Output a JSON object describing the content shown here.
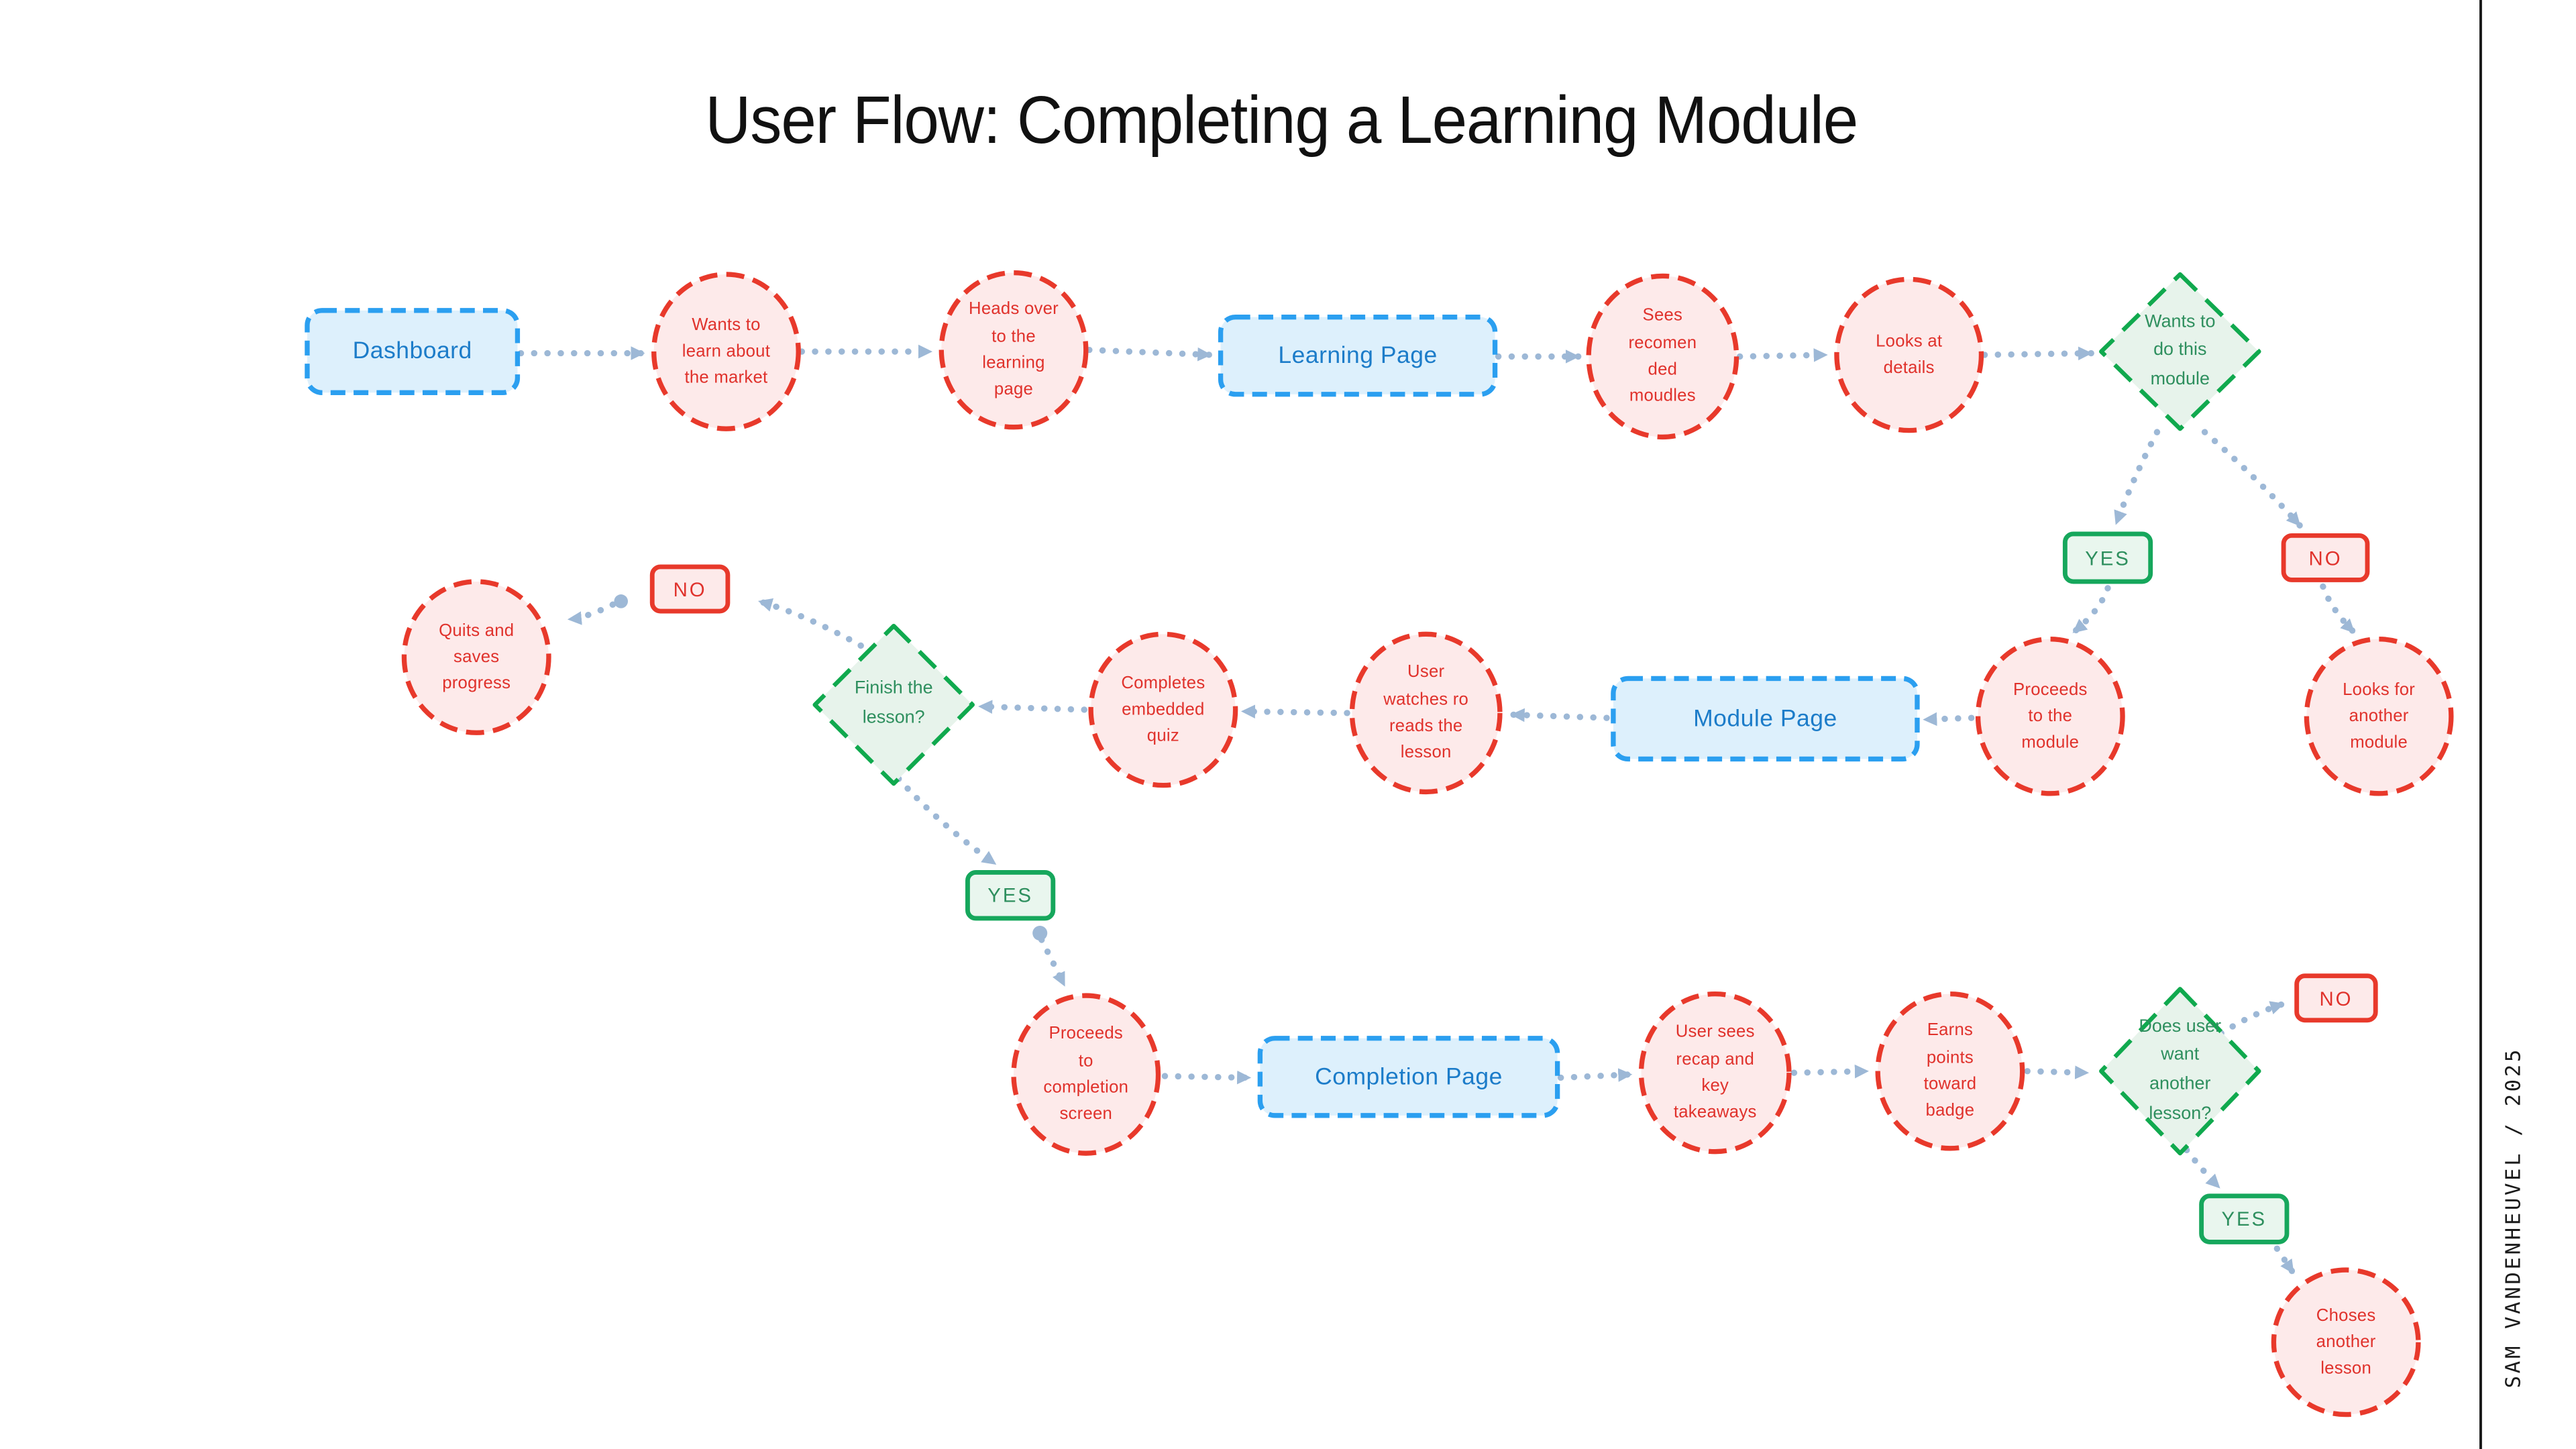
{
  "title": "User Flow: Completing a Learning Module",
  "credit": "SAM VANDENHEUVEL / 2025",
  "colors": {
    "title_text": "#111111",
    "page_border": "#2b9ff0",
    "page_fill": "#ddf0fc",
    "page_text": "#1c7cc9",
    "action_border": "#e8392b",
    "action_fill": "#fdeaea",
    "action_text": "#e0322c",
    "decision_border": "#10a94e",
    "decision_fill": "#e7f3eb",
    "decision_text": "#2e8f5e",
    "yes_border": "#16a75c",
    "yes_fill": "#e9f6ee",
    "yes_text": "#2e8f5e",
    "no_border": "#e8392b",
    "no_fill": "#fdeaea",
    "no_text": "#e0322c",
    "connector": "#9db8d6"
  },
  "nodes": {
    "pages": [
      {
        "id": "dashboard",
        "label": "Dashboard"
      },
      {
        "id": "learning-page",
        "label": "Learning Page"
      },
      {
        "id": "module-page",
        "label": "Module Page"
      },
      {
        "id": "completion-page",
        "label": "Completion Page"
      }
    ],
    "actions": [
      {
        "id": "wants-to-learn",
        "label": "Wants to\nlearn about\nthe market"
      },
      {
        "id": "heads-over",
        "label": "Heads over\nto the\nlearning\npage"
      },
      {
        "id": "sees-recommended",
        "label": "Sees\nrecomen\nded\nmoudles"
      },
      {
        "id": "looks-at-details",
        "label": "Looks at\ndetails"
      },
      {
        "id": "quits-saves",
        "label": "Quits and\nsaves\nprogress"
      },
      {
        "id": "completes-quiz",
        "label": "Completes\nembedded\nquiz"
      },
      {
        "id": "watches-reads",
        "label": "User\nwatches ro\nreads the\nlesson"
      },
      {
        "id": "proceeds-module",
        "label": "Proceeds\nto the\nmodule"
      },
      {
        "id": "looks-another-module",
        "label": "Looks for\nanother\nmodule"
      },
      {
        "id": "proceeds-completion",
        "label": "Proceeds\nto\ncompletion\nscreen"
      },
      {
        "id": "sees-recap",
        "label": "User sees\nrecap and\nkey\ntakeaways"
      },
      {
        "id": "earns-points",
        "label": "Earns\npoints\ntoward\nbadge"
      },
      {
        "id": "choses-another",
        "label": "Choses\nanother\nlesson"
      }
    ],
    "decisions": [
      {
        "id": "wants-this-module",
        "label": "Wants to\ndo this\nmodule"
      },
      {
        "id": "finish-lesson",
        "label": "Finish the\nlesson?"
      },
      {
        "id": "want-another-lesson",
        "label": "Does user\nwant\nanother\nlesson?"
      }
    ],
    "branch_labels": [
      {
        "id": "row1-yes",
        "label": "YES"
      },
      {
        "id": "row1-no",
        "label": "NO"
      },
      {
        "id": "row2-no",
        "label": "NO"
      },
      {
        "id": "row2-yes",
        "label": "YES"
      },
      {
        "id": "row3-no",
        "label": "NO"
      },
      {
        "id": "row3-yes",
        "label": "YES"
      }
    ]
  }
}
